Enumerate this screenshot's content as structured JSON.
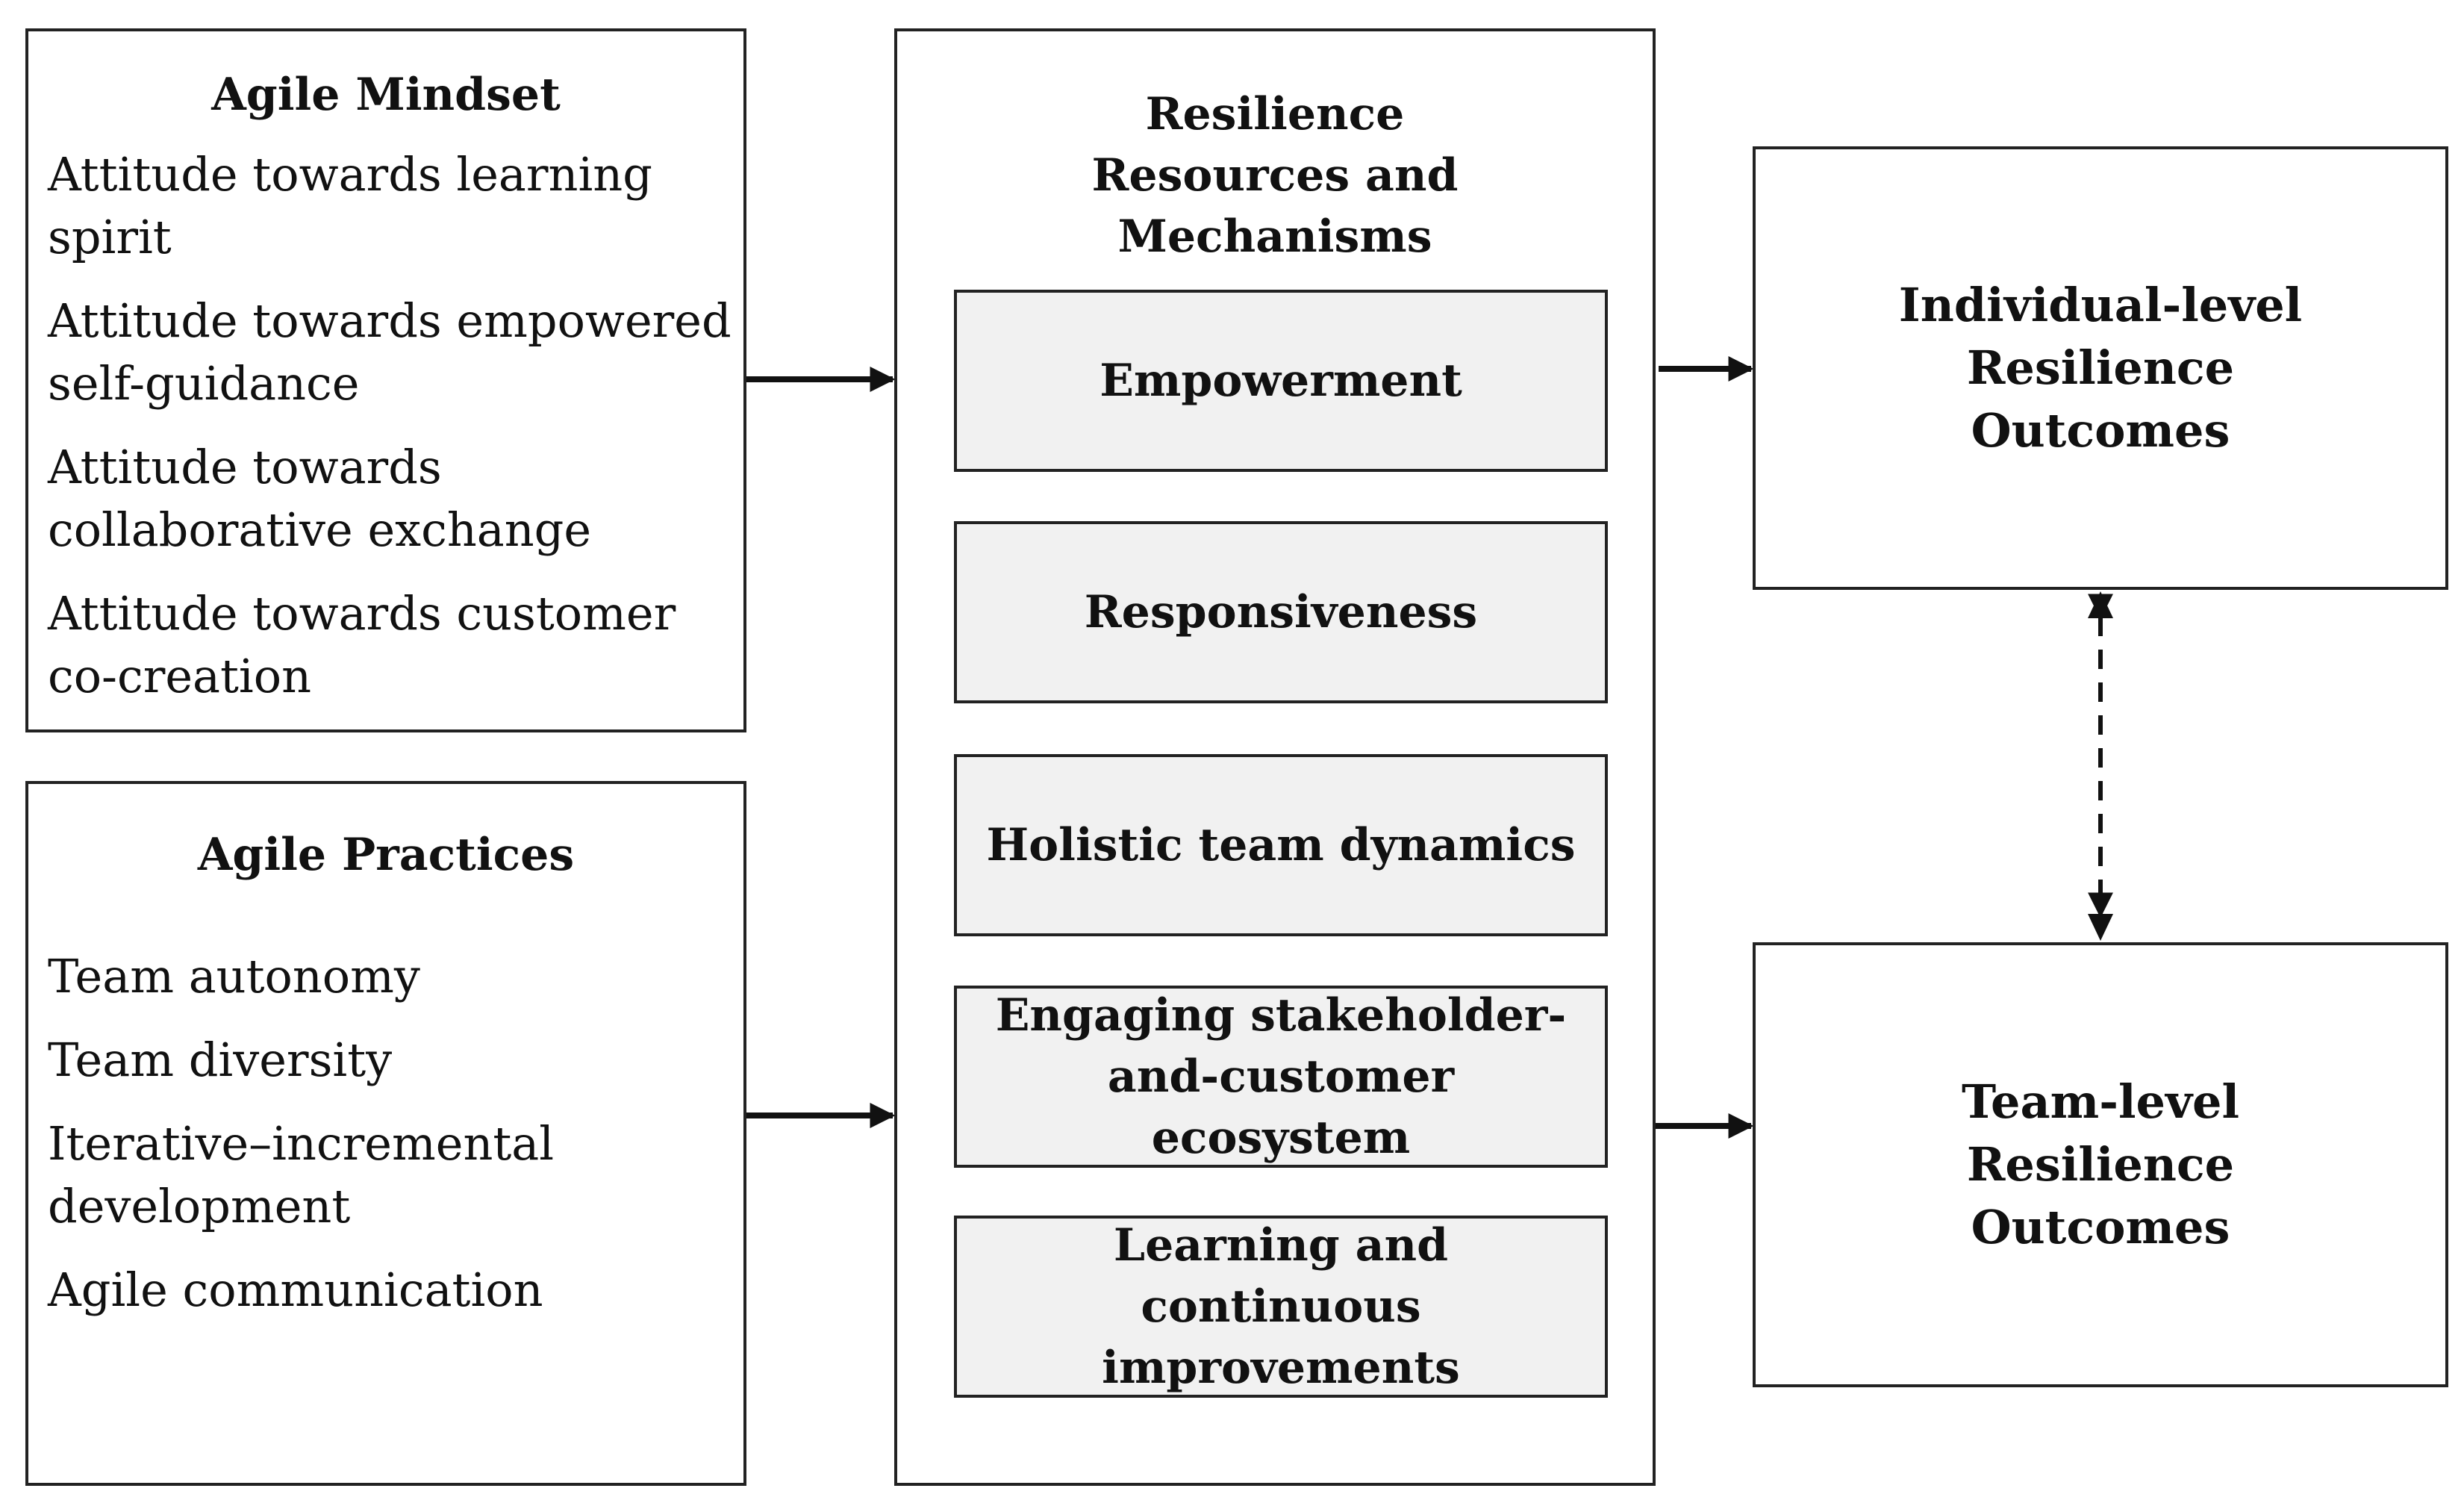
{
  "agile_mindset": {
    "title": "Agile Mindset",
    "items": [
      "Attitude towards learning spirit",
      "Attitude towards empowered self-guidance",
      "Attitude towards collaborative exchange",
      "Attitude towards customer co-creation"
    ]
  },
  "agile_practices": {
    "title": "Agile Practices",
    "items": [
      "Team autonomy",
      "Team diversity",
      "Iterative–incremental development",
      "Agile communication"
    ]
  },
  "resilience": {
    "title": "Resilience Resources and Mechanisms",
    "mechanisms": [
      "Empowerment",
      "Responsiveness",
      "Holistic team dynamics",
      "Engaging stakeholder-and-customer ecosystem",
      "Learning and continuous improvements"
    ]
  },
  "outcomes": {
    "individual": "Individual-level Resilience Outcomes",
    "team": "Team-level Resilience Outcomes"
  }
}
